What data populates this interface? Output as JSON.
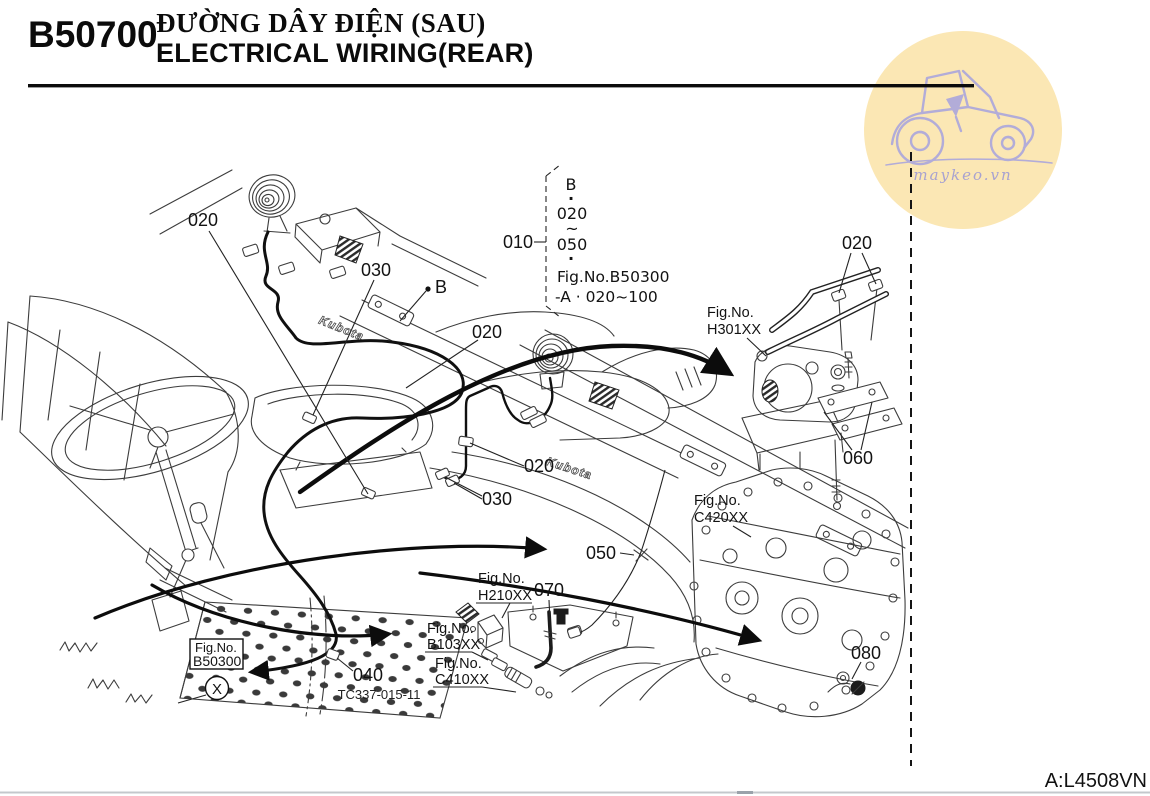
{
  "header": {
    "code": "B50700",
    "title_vi": "ĐƯỜNG DÂY ĐIỆN (SAU)",
    "title_en": "ELECTRICAL WIRING(REAR)"
  },
  "watermark": {
    "site": "maykeo.vn"
  },
  "ref_note": {
    "id": "010",
    "item1": "B",
    "dot": "·",
    "item2": "020",
    "tilde": "~",
    "item3": "050",
    "fig_line": "Fig.No.B50300",
    "range_line": "-A · 020~100"
  },
  "parts": {
    "p020": "020",
    "p030": "030",
    "p040": "040",
    "p050": "050",
    "p060": "060",
    "p070": "070",
    "p080": "080"
  },
  "markers": {
    "b": "B",
    "x": "X"
  },
  "figs": {
    "prefix": "Fig.No.",
    "h301": "H301XX",
    "c420": "C420XX",
    "h210": "H210XX",
    "b103": "B103XX",
    "c410": "C410XX",
    "b50300": "B50300"
  },
  "brand": "Kubota",
  "footer": {
    "code": "A:L4508VN",
    "drawing_no": "TC337-015-11"
  }
}
